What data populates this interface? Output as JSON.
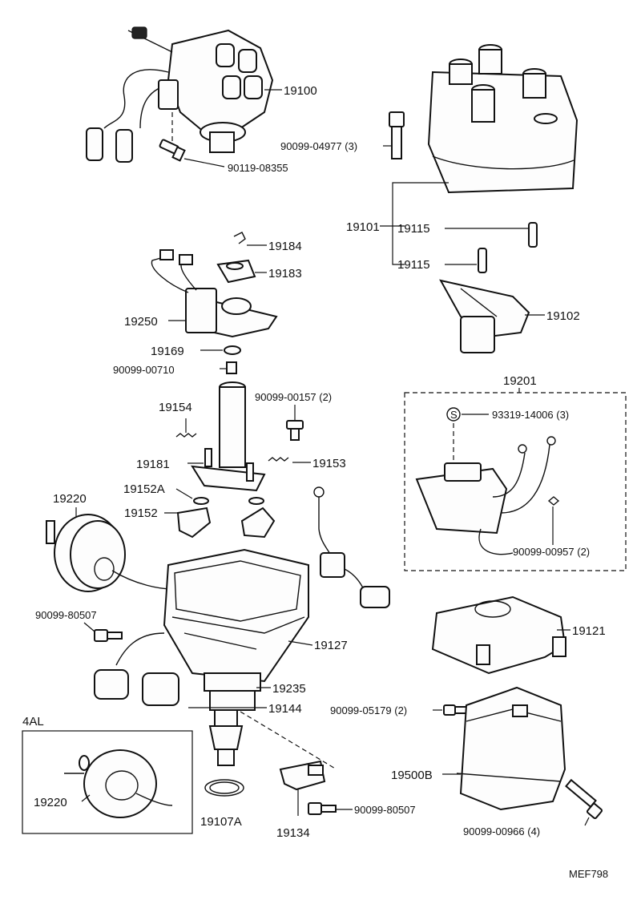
{
  "labels": {
    "l19100": "19100",
    "l90119": "90119-08355",
    "l90099_04977": "90099-04977 (3)",
    "l19101": "19101",
    "l19115a": "19115",
    "l19115b": "19115",
    "l19102": "19102",
    "l19184": "19184",
    "l19183": "19183",
    "l19250": "19250",
    "l19169": "19169",
    "l90099_00710": "90099-00710",
    "l19154": "19154",
    "l90099_00157": "90099-00157 (2)",
    "l19181": "19181",
    "l19153": "19153",
    "l19152A": "19152A",
    "l19152": "19152",
    "l19220": "19220",
    "l90099_80507a": "90099-80507",
    "l19127": "19127",
    "l19235": "19235",
    "l19144": "19144",
    "l4AL": "4AL",
    "l19220b": "19220",
    "l19107A": "19107A",
    "l19134": "19134",
    "l90099_80507b": "90099-80507",
    "l19201": "19201",
    "lS": "S",
    "l93319": "93319-14006 (3)",
    "l90099_00957": "90099-00957 (2)",
    "l19121": "19121",
    "l90099_05179": "90099-05179 (2)",
    "l19500B": "19500B",
    "l90099_00966": "90099-00966 (4)",
    "code": "MEF798"
  }
}
